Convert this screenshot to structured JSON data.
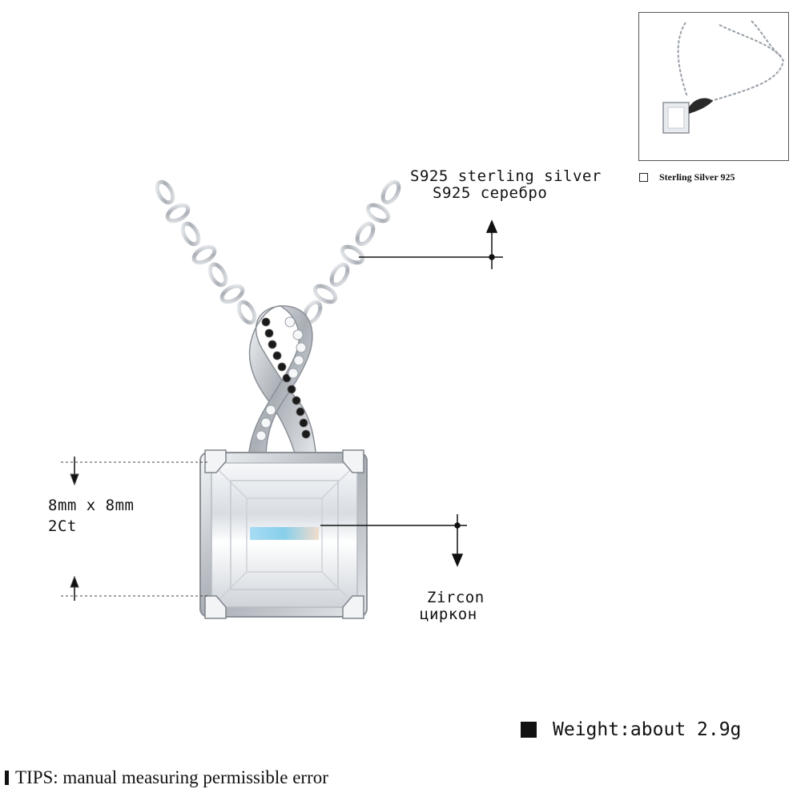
{
  "thumbnail": {
    "caption": "Sterling Silver 925"
  },
  "annotations": {
    "material_en": "S925 sterling silver",
    "material_ru": "S925 серебро",
    "size": "8mm x 8mm",
    "carat": "2Ct",
    "stone_en": "Zircon",
    "stone_ru": "циркон"
  },
  "weight": "Weight:about 2.9g",
  "tips": "TIPS: manual measuring permissible error",
  "colors": {
    "metal": "#cfd3d8",
    "black_stones": "#1a1a1a",
    "crystal": "#eef1f4",
    "line": "#111111"
  }
}
